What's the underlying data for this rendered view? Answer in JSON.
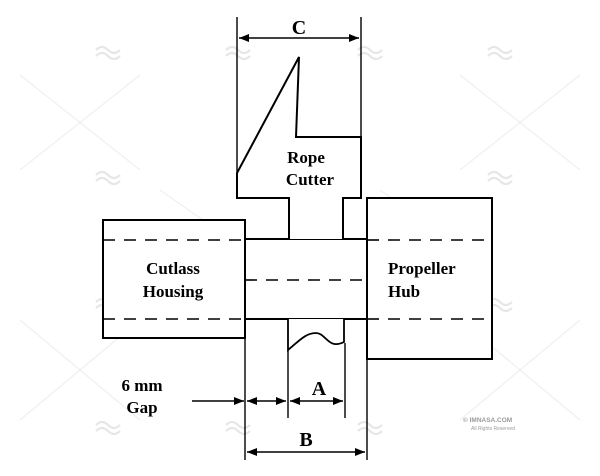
{
  "labels": {
    "dim_c": "C",
    "rope_line1": "Rope",
    "rope_line2": "Cutter",
    "cutlass_line1": "Cutlass",
    "cutlass_line2": "Housing",
    "propeller_line1": "Propeller",
    "propeller_line2": "Hub",
    "gap_line1": "6 mm",
    "gap_line2": "Gap",
    "dim_a": "A",
    "dim_b": "B"
  },
  "watermark": {
    "brand": "© IMNASA.COM",
    "rights": "All Rights Reserved"
  }
}
